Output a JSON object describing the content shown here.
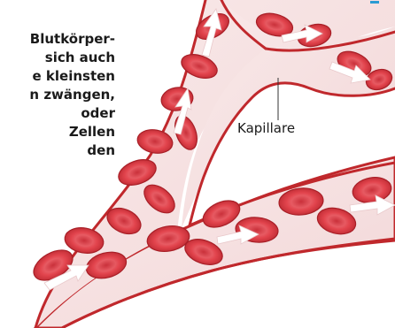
{
  "caption_lines": [
    "Blutkörper-",
    "sich auch",
    "e kleinsten",
    "n zwängen,",
    "oder",
    "Zellen",
    "den"
  ],
  "labels": {
    "capillary": "Kapillare"
  },
  "colors": {
    "vessel_wall": "#c0282c",
    "plasma": "#f7e6e6",
    "cell_fill": "#e2444d",
    "cell_dark": "#b3232b",
    "cell_highlight": "#f7c2c6",
    "arrow": "#ffffff",
    "accent": "#2b9bd3"
  }
}
